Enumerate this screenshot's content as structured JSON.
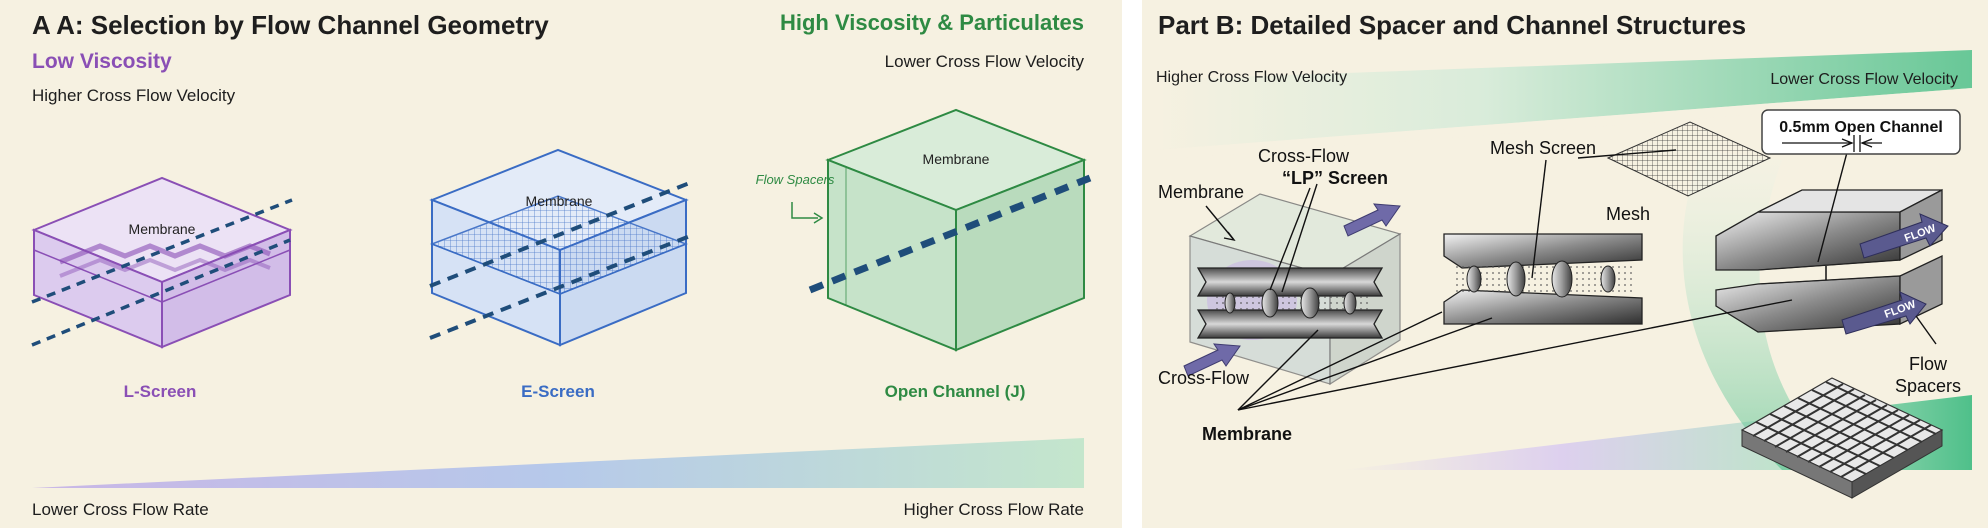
{
  "panel_a": {
    "title": "A A: Selection by Flow Channel Geometry",
    "high_viscosity": "High Viscosity & Particulates",
    "low_viscosity": "Low Viscosity",
    "lower_cross_flow_velocity": "Lower Cross Flow Velocity",
    "higher_cross_flow_velocity": "Higher Cross Flow Velocity",
    "membrane_label": "Membrane",
    "flow_spacers_note": "Flow Spacers",
    "screens": [
      {
        "label": "L-Screen"
      },
      {
        "label": "E-Screen"
      },
      {
        "label": "Open Channel (J)"
      }
    ],
    "lower_cross_flow_rate": "Lower Cross Flow Rate",
    "higher_cross_flow_rate": "Higher Cross Flow Rate",
    "colors": {
      "purple": "#8a4fb5",
      "blue": "#3a6cc4",
      "green": "#2e8a43",
      "navy": "#1f4d7a"
    }
  },
  "panel_b": {
    "title": "Part B: Detailed Spacer and Channel Structures",
    "higher_cross_flow_velocity": "Higher Cross Flow Velocity",
    "lower_cross_flow_velocity": "Lower Cross Flow Velocity",
    "membrane_top": "Membrane",
    "cross_flow_top": "Cross-Flow",
    "lp_screen": "“LP” Screen",
    "mesh_screen": "Mesh Screen",
    "mesh": "Mesh",
    "open_channel": "0.5mm Open Channel",
    "cross_flow_bottom": "Cross-Flow",
    "membrane_bottom": "Membrane",
    "flow_arrow_label": "FLOW",
    "flow_spacers_line1": "Flow",
    "flow_spacers_line2": "Spacers"
  }
}
